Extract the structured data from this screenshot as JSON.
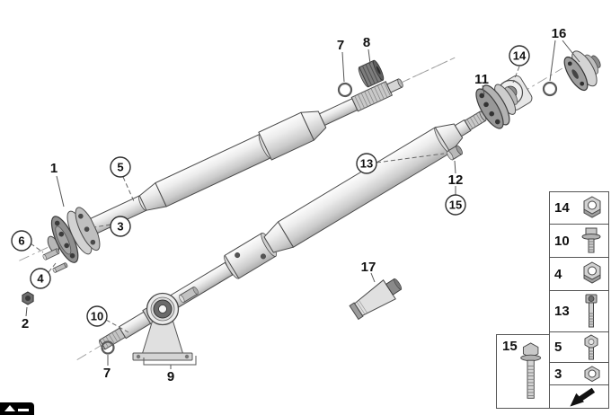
{
  "callouts": {
    "c1": {
      "label": "1",
      "circled": false
    },
    "c2": {
      "label": "2",
      "circled": false
    },
    "c3": {
      "label": "3",
      "circled": true
    },
    "c4": {
      "label": "4",
      "circled": true
    },
    "c5": {
      "label": "5",
      "circled": true
    },
    "c6": {
      "label": "6",
      "circled": true
    },
    "c7_top": {
      "label": "7",
      "circled": false
    },
    "c7_bottom": {
      "label": "7",
      "circled": false
    },
    "c8": {
      "label": "8",
      "circled": false
    },
    "c9": {
      "label": "9",
      "circled": false
    },
    "c10": {
      "label": "10",
      "circled": true
    },
    "c11": {
      "label": "11",
      "circled": false
    },
    "c12": {
      "label": "12",
      "circled": false
    },
    "c13": {
      "label": "13",
      "circled": true
    },
    "c14": {
      "label": "14",
      "circled": true
    },
    "c15": {
      "label": "15",
      "circled": true
    },
    "c16": {
      "label": "16",
      "circled": false
    },
    "c17": {
      "label": "17",
      "circled": false
    }
  },
  "sidebar": {
    "rows": [
      {
        "num": "14",
        "icon": "hex-nut"
      },
      {
        "num": "10",
        "icon": "flange-bolt"
      },
      {
        "num": "4",
        "icon": "hex-nut"
      },
      {
        "num": "13",
        "icon": "socket-head-bolt"
      },
      {
        "num": "5",
        "icon": "hex-bolt"
      },
      {
        "num": "3",
        "icon": "hex-nut"
      }
    ],
    "bolt_box": {
      "num": "15",
      "icon": "flange-bolt-long"
    },
    "continuation_arrow": "arrow-lower-left"
  },
  "colors": {
    "outline": "#4a4a4a",
    "metal_light": "#f0f0f0",
    "metal_mid": "#d9d9d9",
    "metal_dark": "#8c8c8c",
    "label": "#111111"
  }
}
